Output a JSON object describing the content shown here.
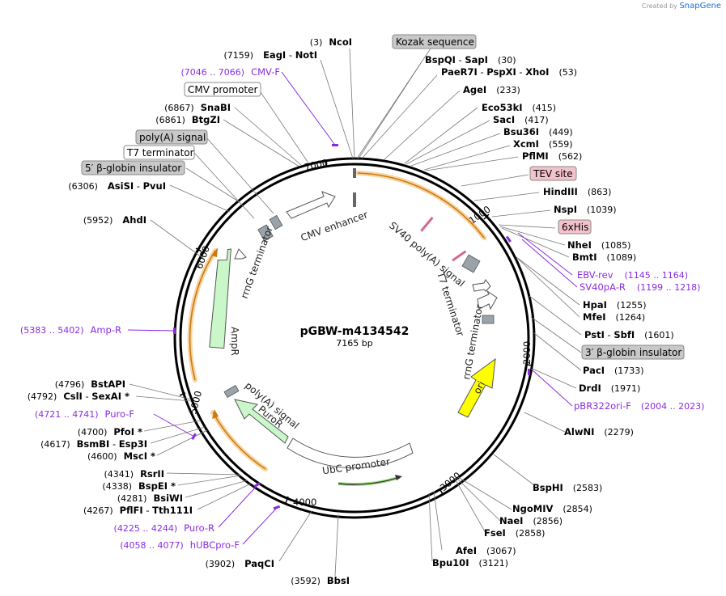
{
  "plasmid": {
    "name": "pGBW-m4134542",
    "length": "7165 bp"
  },
  "credit": {
    "prefix": "Created by",
    "brand": "SnapGene"
  },
  "ticks": [
    "1000",
    "2000",
    "3000",
    "4000",
    "5000",
    "6000",
    "7000"
  ],
  "features": {
    "cmv_enhancer": "CMV enhancer",
    "sv40_polya": "SV40 poly(A) signal",
    "t7_term_right": "T7 terminator",
    "rrng_term_right": "rrnG terminator",
    "ori": "ori",
    "ubc_promoter": "UbC promoter",
    "puro_r": "PuroR",
    "polya_left": "poly(A) signal",
    "amp_r": "AmpR",
    "rrng_term_left": "rrnG terminator"
  },
  "boxes": {
    "kozak": "Kozak sequence",
    "cmv_promoter": "CMV promoter",
    "polya_signal": "poly(A) signal",
    "t7_terminator": "T7 terminator",
    "globin_5": "5′ β-globin insulator",
    "tev_site": "TEV site",
    "his6": "6xHis",
    "globin_3": "3′ β-globin insulator"
  },
  "sites_right": [
    {
      "name": "BspQI",
      "name2": "SapI",
      "pos": "(30)"
    },
    {
      "name": "PaeR7I",
      "name2": "PspXI",
      "name3": "XhoI",
      "pos": "(53)"
    },
    {
      "name": "AgeI",
      "pos": "(233)"
    },
    {
      "name": "Eco53kI",
      "pos": "(415)"
    },
    {
      "name": "SacI",
      "pos": "(417)"
    },
    {
      "name": "Bsu36I",
      "pos": "(449)"
    },
    {
      "name": "XcmI",
      "pos": "(559)"
    },
    {
      "name": "PflMI",
      "pos": "(562)"
    },
    {
      "name": "HindIII",
      "pos": "(863)"
    },
    {
      "name": "NspI",
      "pos": "(1039)"
    },
    {
      "name": "NheI",
      "pos": "(1085)"
    },
    {
      "name": "BmtI",
      "pos": "(1089)"
    },
    {
      "name": "HpaI",
      "pos": "(1255)"
    },
    {
      "name": "MfeI",
      "pos": "(1264)"
    },
    {
      "name": "PstI",
      "name2": "SbfI",
      "pos": "(1601)"
    },
    {
      "name": "PacI",
      "pos": "(1733)"
    },
    {
      "name": "DrdI",
      "pos": "(1971)"
    },
    {
      "name": "AlwNI",
      "pos": "(2279)"
    },
    {
      "name": "BspHI",
      "pos": "(2583)"
    },
    {
      "name": "NgoMIV",
      "pos": "(2854)"
    },
    {
      "name": "NaeI",
      "pos": "(2856)"
    },
    {
      "name": "FseI",
      "pos": "(2858)"
    },
    {
      "name": "AfeI",
      "pos": "(3067)"
    },
    {
      "name": "Bpu10I",
      "pos": "(3121)"
    }
  ],
  "sites_left": [
    {
      "name": "NcoI",
      "pos": "(3)"
    },
    {
      "name": "EagI",
      "name2": "NotI",
      "pos": "(7159)"
    },
    {
      "name": "SnaBI",
      "pos": "(6867)"
    },
    {
      "name": "BtgZI",
      "pos": "(6861)"
    },
    {
      "name": "AsiSI",
      "name2": "PvuI",
      "pos": "(6306)"
    },
    {
      "name": "AhdI",
      "pos": "(5952)"
    },
    {
      "name": "BstAPI",
      "pos": "(4796)"
    },
    {
      "name": "CslI",
      "name2": "SexAI *",
      "pos": "(4792)"
    },
    {
      "name": "PfoI *",
      "pos": "(4700)"
    },
    {
      "name": "BsmBI",
      "name2": "Esp3I",
      "pos": "(4617)"
    },
    {
      "name": "MscI *",
      "pos": "(4600)"
    },
    {
      "name": "RsrII",
      "pos": "(4341)"
    },
    {
      "name": "BspEI *",
      "pos": "(4338)"
    },
    {
      "name": "BsiWI",
      "pos": "(4281)"
    },
    {
      "name": "PflFI",
      "name2": "Tth111I",
      "pos": "(4267)"
    },
    {
      "name": "PaqCI",
      "pos": "(3902)"
    },
    {
      "name": "BbsI",
      "pos": "(3592)"
    }
  ],
  "primers": [
    {
      "name": "CMV-F",
      "pos": "(7046 .. 7066)"
    },
    {
      "name": "EBV-rev",
      "pos": "(1145 .. 1164)"
    },
    {
      "name": "SV40pA-R",
      "pos": "(1199 .. 1218)"
    },
    {
      "name": "pBR322ori-F",
      "pos": "(2004 .. 2023)"
    },
    {
      "name": "Amp-R",
      "pos": "(5383 .. 5402)"
    },
    {
      "name": "Puro-F",
      "pos": "(4721 .. 4741)"
    },
    {
      "name": "Puro-R",
      "pos": "(4225 .. 4244)"
    },
    {
      "name": "hUBCpro-F",
      "pos": "(4058 .. 4077)"
    }
  ],
  "colors": {
    "orf_orange": "#f0a030",
    "cds_green": "#c9f7c9",
    "ori_yellow": "#ffff00",
    "badge_gray": "#c8c8c8",
    "badge_pink": "#f4c2cc",
    "primer_purple": "#8a2be2"
  }
}
